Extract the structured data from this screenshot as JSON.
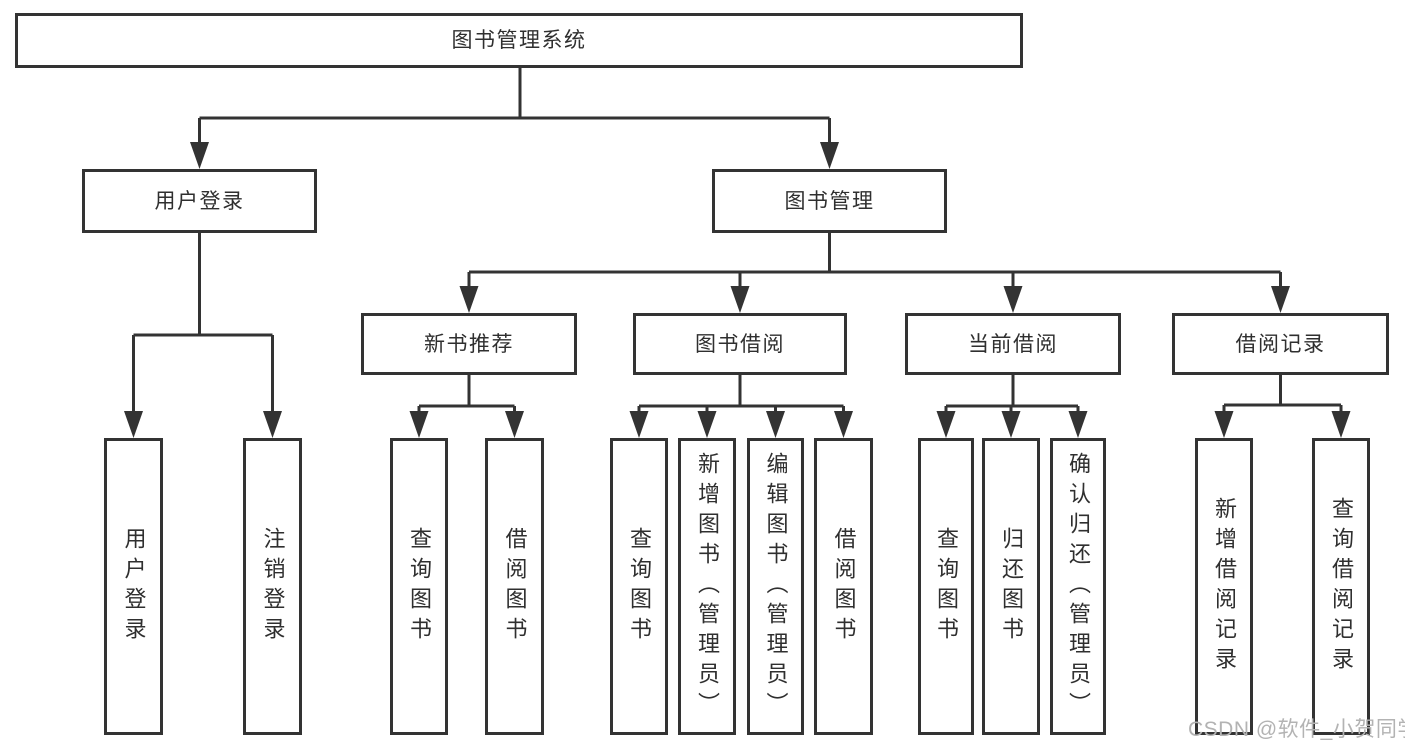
{
  "tree": {
    "label": "图书管理系统",
    "children": [
      {
        "label": "用户登录",
        "children": [
          {
            "label": "用户登录"
          },
          {
            "label": "注销登录"
          }
        ]
      },
      {
        "label": "图书管理",
        "children": [
          {
            "label": "新书推荐",
            "children": [
              {
                "label": "查询图书"
              },
              {
                "label": "借阅图书"
              }
            ]
          },
          {
            "label": "图书借阅",
            "children": [
              {
                "label": "查询图书"
              },
              {
                "label": "新增图书（管理员）"
              },
              {
                "label": "编辑图书（管理员）"
              },
              {
                "label": "借阅图书"
              }
            ]
          },
          {
            "label": "当前借阅",
            "children": [
              {
                "label": "查询图书"
              },
              {
                "label": "归还图书"
              },
              {
                "label": "确认归还（管理员）"
              }
            ]
          },
          {
            "label": "借阅记录",
            "children": [
              {
                "label": "新增借阅记录"
              },
              {
                "label": "查询借阅记录"
              }
            ]
          }
        ]
      }
    ]
  },
  "watermark": {
    "text": "CSDN @软件_小贺同学"
  },
  "colors": {
    "line": "#333333",
    "box_border": "#333333",
    "text": "#2f2f2f",
    "watermark": "#b3b3b3",
    "background": "#ffffff"
  }
}
